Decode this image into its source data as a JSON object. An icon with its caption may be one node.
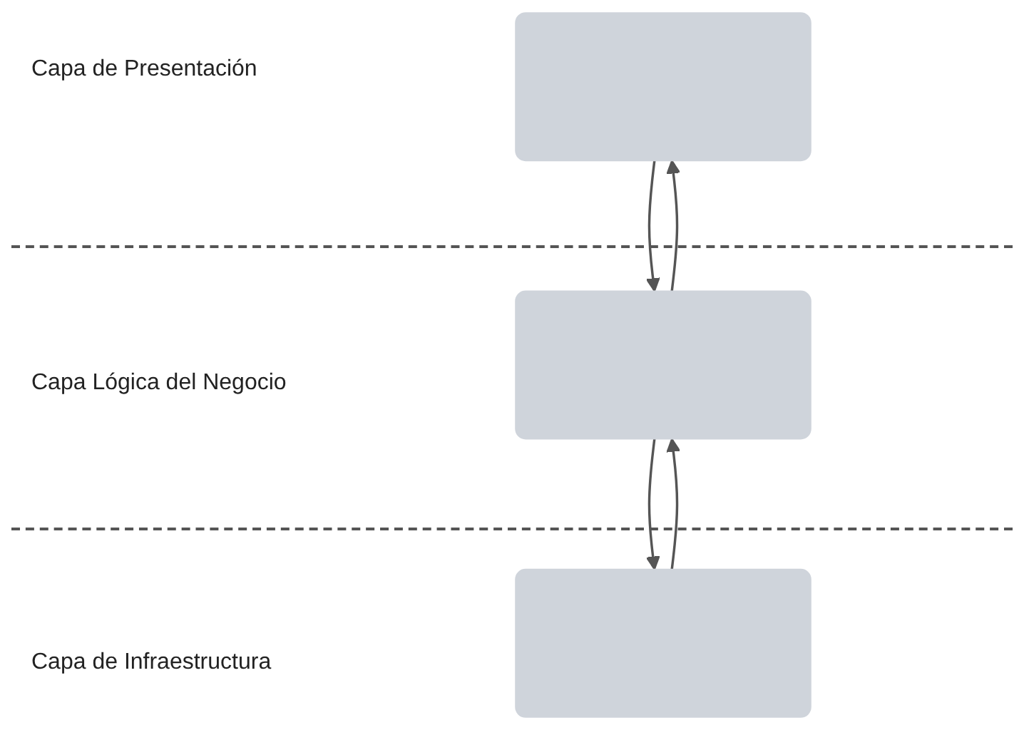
{
  "diagram": {
    "nodes": [
      {
        "text": [],
        "shape": "box"
      },
      {
        "text": [],
        "shape": "box"
      },
      {
        "text": [],
        "shape": "box"
      }
    ],
    "edges": [
      {
        "from": 0,
        "to": 1,
        "arrow": "to"
      },
      {
        "from": 1,
        "to": 0,
        "arrow": "to"
      },
      {
        "from": 1,
        "to": 2,
        "arrow": "to"
      },
      {
        "from": 2,
        "to": 1,
        "arrow": "to"
      }
    ],
    "labels": [
      "Capa de Presentación",
      "Capa Lógica del Negocio",
      "Capa de Infraestructura"
    ]
  }
}
